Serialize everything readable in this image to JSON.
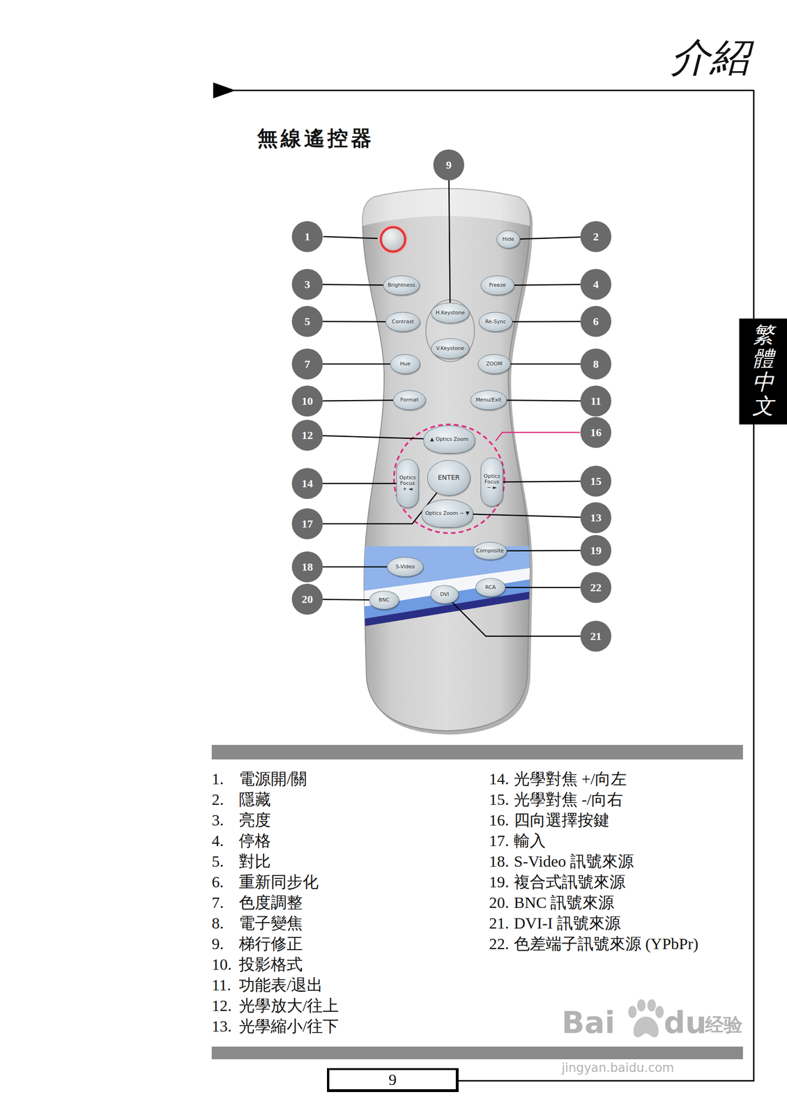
{
  "diagram": {
    "title": "無線遙控器",
    "nodes": [
      {
        "text": [
          "9"
        ]
      },
      {
        "text": [
          "1"
        ]
      },
      {
        "text": [
          "Hide"
        ]
      },
      {
        "text": [
          "2"
        ]
      },
      {
        "text": [
          "3"
        ]
      },
      {
        "text": [
          "Brightness"
        ]
      },
      {
        "text": [
          "Freeze"
        ]
      },
      {
        "text": [
          "4"
        ]
      },
      {
        "text": [
          "H.Keystone"
        ]
      },
      {
        "text": [
          "5"
        ]
      },
      {
        "text": [
          "Contrast"
        ]
      },
      {
        "text": [
          "Re-Sync"
        ]
      },
      {
        "text": [
          "6"
        ]
      },
      {
        "text": [
          "V.Keystone"
        ]
      },
      {
        "text": [
          "7"
        ]
      },
      {
        "text": [
          "Hue"
        ]
      },
      {
        "text": [
          "ZOOM"
        ]
      },
      {
        "text": [
          "8"
        ]
      },
      {
        "text": [
          "10"
        ]
      },
      {
        "text": [
          "Format"
        ]
      },
      {
        "text": [
          "Menu/Exit"
        ]
      },
      {
        "text": [
          "11"
        ]
      },
      {
        "text": [
          "12"
        ]
      },
      {
        "text": [
          "▲ Optics Zoom"
        ]
      },
      {
        "text": [
          "16"
        ]
      },
      {
        "text": [
          "14"
        ]
      },
      {
        "text": [
          "Optics Focus + ◄"
        ]
      },
      {
        "text": [
          "ENTER"
        ]
      },
      {
        "text": [
          "Optics Focus − ►"
        ]
      },
      {
        "text": [
          "15"
        ]
      },
      {
        "text": [
          "17"
        ]
      },
      {
        "text": [
          "Optics Zoom − ▼"
        ]
      },
      {
        "text": [
          "13"
        ]
      },
      {
        "text": [
          "Composite"
        ]
      },
      {
        "text": [
          "19"
        ]
      },
      {
        "text": [
          "18"
        ]
      },
      {
        "text": [
          "S-Video"
        ]
      },
      {
        "text": [
          "RCA"
        ]
      },
      {
        "text": [
          "22"
        ]
      },
      {
        "text": [
          "20"
        ]
      },
      {
        "text": [
          "BNC"
        ]
      },
      {
        "text": [
          "DVI"
        ]
      },
      {
        "text": [
          "21"
        ]
      }
    ],
    "edges": [
      {
        "from": 0,
        "to": 8,
        "arrow": "none"
      },
      {
        "from": 3,
        "to": 2,
        "arrow": "none"
      },
      {
        "from": 4,
        "to": 5,
        "arrow": "none"
      },
      {
        "from": 7,
        "to": 6,
        "arrow": "none"
      },
      {
        "from": 9,
        "to": 10,
        "arrow": "none"
      },
      {
        "from": 12,
        "to": 11,
        "arrow": "none"
      },
      {
        "from": 14,
        "to": 15,
        "arrow": "none"
      },
      {
        "from": 17,
        "to": 16,
        "arrow": "none"
      },
      {
        "from": 18,
        "to": 19,
        "arrow": "none"
      },
      {
        "from": 21,
        "to": 20,
        "arrow": "none"
      },
      {
        "from": 22,
        "to": 23,
        "arrow": "none"
      },
      {
        "from": 25,
        "to": 26,
        "arrow": "none"
      },
      {
        "from": 29,
        "to": 28,
        "arrow": "none"
      },
      {
        "from": 30,
        "to": 27,
        "arrow": "none"
      },
      {
        "from": 32,
        "to": 31,
        "arrow": "none"
      },
      {
        "from": 34,
        "to": 33,
        "arrow": "none"
      },
      {
        "from": 35,
        "to": 36,
        "arrow": "none"
      },
      {
        "from": 38,
        "to": 37,
        "arrow": "none"
      },
      {
        "from": 39,
        "to": 40,
        "arrow": "none"
      },
      {
        "from": 42,
        "to": 41,
        "arrow": "none"
      }
    ],
    "labels": [
      "介紹",
      "繁體中文",
      "1.",
      "電源開/關",
      "2.",
      "隱藏",
      "3.",
      "亮度",
      "4.",
      "停格",
      "5.",
      "對比",
      "6.",
      "重新同步化",
      "7.",
      "色度調整",
      "8.",
      "電子變焦",
      "9.",
      "梯行修正",
      "10.",
      "投影格式",
      "11.",
      "功能表/退出",
      "12.",
      "光學放大/往上",
      "13.",
      "光學縮小/往下",
      "14.",
      "光學對焦 +/向左",
      "15.",
      "光學對焦 -/向右",
      "16.",
      "四向選擇按鍵",
      "17.",
      "輸入",
      "18.",
      "S-Video 訊號來源",
      "19.",
      "複合式訊號來源",
      "20.",
      "BNC 訊號來源",
      "21.",
      "DVI-I 訊號來源",
      "22.",
      "色差端子訊號來源 (YPbPr)",
      "9",
      "Bai",
      "du",
      "经验",
      "jingyan.baidu.com"
    ]
  }
}
